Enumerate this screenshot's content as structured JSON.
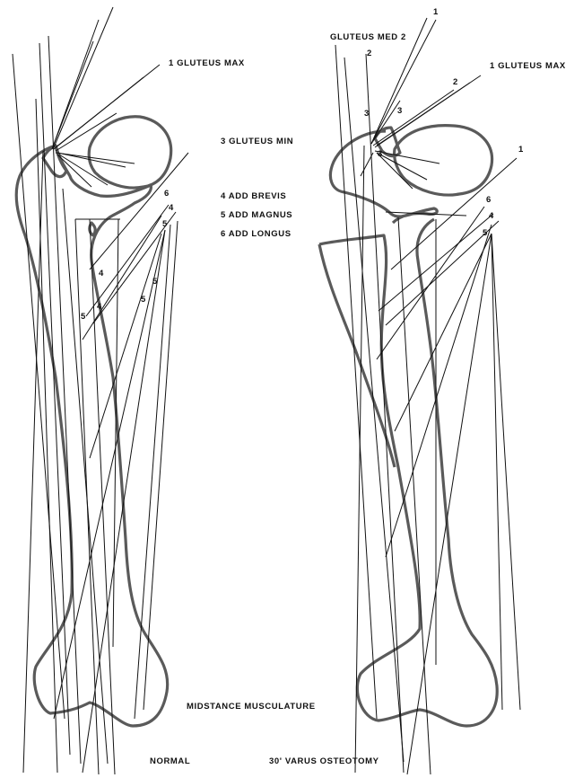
{
  "legend": {
    "gluteus_max": "1 GLUTEUS MAX",
    "gluteus_min": "3 GLUTEUS MIN",
    "add_brevis": "4 ADD BREVIS",
    "add_magnus": "5 ADD MAGNUS",
    "add_longus": "6 ADD LONGUS"
  },
  "right_panel": {
    "gluteus_med": "GLUTEUS MED 2",
    "gluteus_max": "1 GLUTEUS MAX"
  },
  "numbers": {
    "n1": "1",
    "n2": "2",
    "n3": "3",
    "n4": "4",
    "n5": "5",
    "n6": "6"
  },
  "caption": {
    "midstance": "MIDSTANCE MUSCULATURE",
    "normal": "NORMAL",
    "varus": "30' VARUS OSTEOTOMY"
  }
}
